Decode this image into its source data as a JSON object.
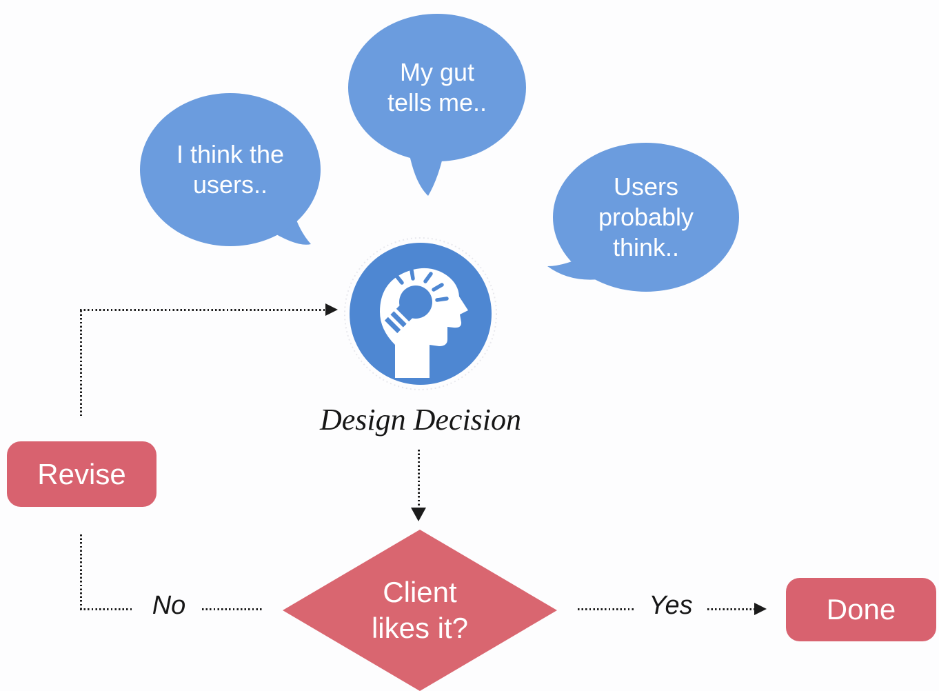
{
  "colors": {
    "bubble_blue": "#6B9CDE",
    "icon_blue": "#4E87D2",
    "node_red": "#D8626F",
    "diamond_red": "#D96670",
    "line_black": "#1b1b1b"
  },
  "bubbles": [
    {
      "label": "I think the\nusers.."
    },
    {
      "label": "My gut\ntells me.."
    },
    {
      "label": "Users\nprobably\nthink.."
    }
  ],
  "center": {
    "icon": "head-lightbulb-icon",
    "label": "Design Decision"
  },
  "decision": {
    "label": "Client\nlikes it?"
  },
  "edges": {
    "no_label": "No",
    "yes_label": "Yes"
  },
  "nodes": {
    "revise_label": "Revise",
    "done_label": "Done"
  }
}
